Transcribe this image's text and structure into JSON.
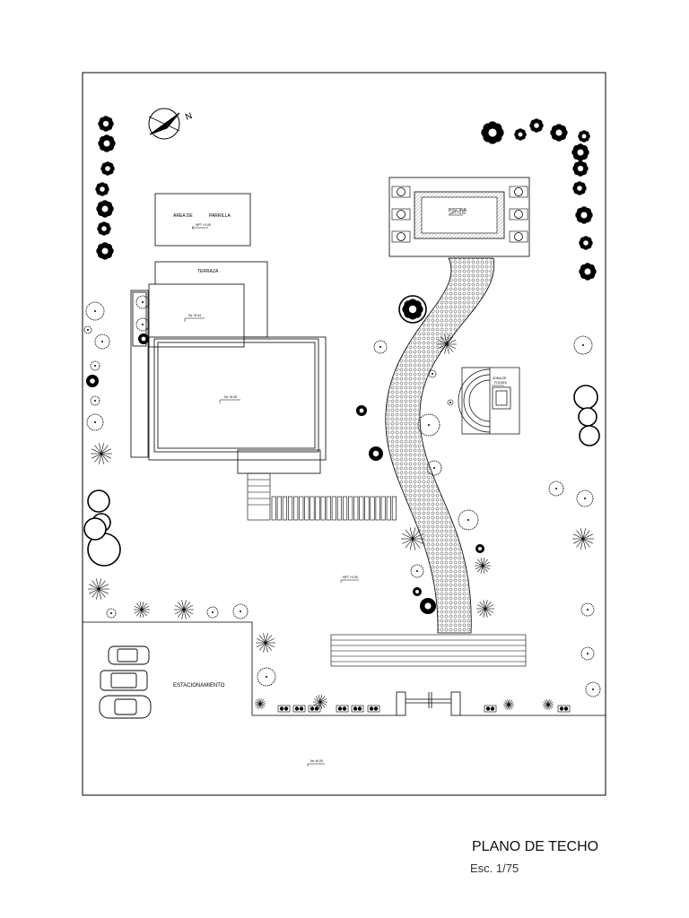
{
  "title": "PLANO DE TECHO",
  "scale": "Esc. 1/75",
  "labels": {
    "parrilla_a": "ÁREA DE",
    "parrilla_b": "PARRILLA",
    "terraza": "TERRAZA",
    "piscina": "PISCINA",
    "fogata_a": "ZONA DE",
    "fogata_b": "FOGATA",
    "estacionamiento": "ESTACIONAMIENTO",
    "north": "N"
  },
  "levels": {
    "parrilla": "NPT +0.05",
    "roof_upper": "Nv +6.34",
    "roof_main": "Nv +6.05",
    "piscina": "NPT +0.00",
    "fogata": "NPT -0.15",
    "garden": "NPT +0.05",
    "street": "Nv ±0.00"
  },
  "colors": {
    "line": "#000000",
    "paper": "#ffffff",
    "hatch": "#555555"
  }
}
